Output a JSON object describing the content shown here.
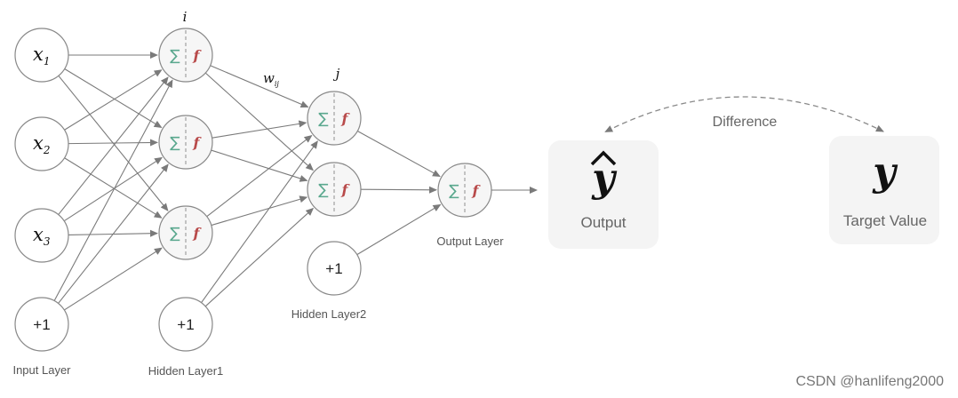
{
  "labels": {
    "input_layer": "Input Layer",
    "hidden_layer1": "Hidden Layer1",
    "hidden_layer2": "Hidden Layer2",
    "output_layer": "Output Layer"
  },
  "inputs": [
    {
      "symbol": "x",
      "sub": "1"
    },
    {
      "symbol": "x",
      "sub": "2"
    },
    {
      "symbol": "x",
      "sub": "3"
    }
  ],
  "bias": "+1",
  "neuron": {
    "sum_symbol": "∑",
    "activation_symbol": "f"
  },
  "indices": {
    "i": "i",
    "j": "j",
    "weight": "w",
    "weight_sub": "ij"
  },
  "output_box": {
    "symbol": "y",
    "hat": "^",
    "label": "Output"
  },
  "target_box": {
    "symbol": "y",
    "label": "Target Value"
  },
  "difference": "Difference",
  "watermark": "CSDN @hanlifeng2000",
  "colors": {
    "sigma": "#5aa88e",
    "activation": "#b84a4a",
    "edges": "#7a7a7a",
    "box_fill": "#f4f4f4"
  }
}
